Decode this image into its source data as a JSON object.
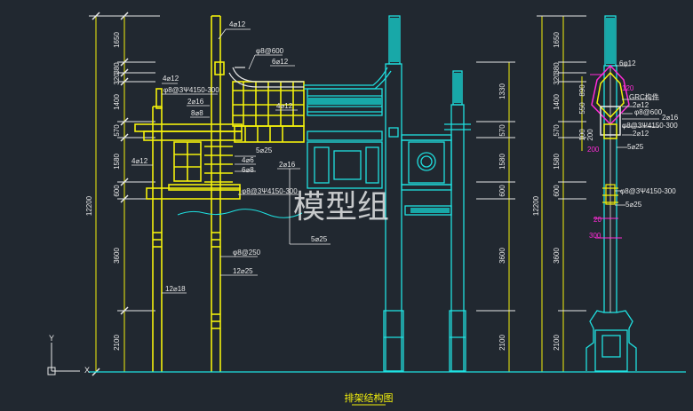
{
  "title": "排架结构图",
  "watermark": "模型组",
  "colors": {
    "background": "#212830",
    "yellow": "#f3f00c",
    "cyan": "#1fe0e0",
    "white": "#e8e8e8",
    "magenta": "#ff2bd6",
    "dim": "#9aa3a8",
    "dark_cyan": "#18a8a8"
  },
  "left_dims": {
    "total": "12200",
    "segments": [
      "1650",
      "380",
      "320",
      "1400",
      "570",
      "1580",
      "600",
      "3600",
      "2100"
    ]
  },
  "center_dims": {
    "segments": [
      "1330",
      "570",
      "1580",
      "600",
      "3600",
      "2100"
    ]
  },
  "right_dims": {
    "total": "12200",
    "segments": [
      "1650",
      "380",
      "320",
      "1400",
      "570",
      "1580",
      "600",
      "3600",
      "2100"
    ],
    "inner": [
      "890",
      "550",
      "100",
      "200"
    ]
  },
  "left_labels": {
    "l1": "4⌀12",
    "l2": "φ8@600",
    "l3": "6⌀12",
    "l4": "4⌀12",
    "l5": "φ8@3Ψ4150-300",
    "l6": "2⌀16",
    "l7": "4⌀12",
    "l8": "8⌀8",
    "l9": "4⌀12",
    "l10": "5⌀25",
    "l11": "4⌀6",
    "l12": "6⌀8",
    "l13": "2⌀16",
    "l14": "φ8@3Ψ4150-300",
    "l15": "5⌀25",
    "l16": "φ8@250",
    "l17": "12⌀25",
    "l18": "12⌀18"
  },
  "right_labels": {
    "r1": "6φ12",
    "r2": "120",
    "r3": "GRC构件",
    "r4": "2⌀12",
    "r5": "φ8@600",
    "r6": "2⌀16",
    "r7": "φ8@3Ψ4150-300",
    "r8": "2⌀12",
    "r9": "5⌀25",
    "r10": "200",
    "r11": "φ8@3Ψ4150-300",
    "r12": "5⌀25",
    "r13": "20",
    "r14": "300"
  },
  "axis": {
    "y": "Y",
    "x": "X"
  }
}
